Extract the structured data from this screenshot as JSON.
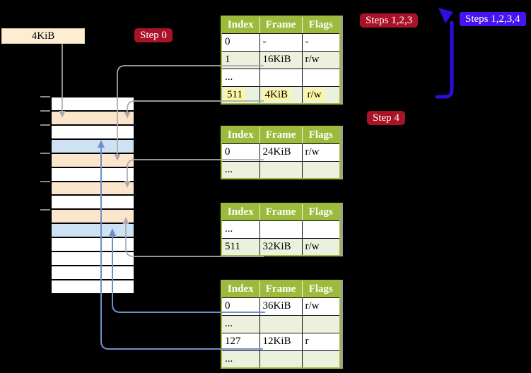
{
  "labels": {
    "frame_4kib": "4KiB",
    "step0": "Step 0",
    "steps123": "Steps 1,2,3",
    "steps1234": "Steps 1,2,3,4",
    "step4": "Step 4"
  },
  "colors": {
    "background": "#000000",
    "white": "#ffffff",
    "peach": "#fce5cd",
    "blue": "#cfe2f3",
    "table_header_green": "#9cbb3c",
    "table_row_green": "#ebf1dc",
    "highlight_yellow": "#fdf7a4",
    "badge_red": "#aa1228",
    "badge_blue": "#4714ef",
    "thick_arrow_blue": "#2f0ce0",
    "thin_arrow_blue": "#6f8fc7",
    "grey_arrow": "#ababab",
    "frame_label_cream": "#fdeed3"
  },
  "memory": {
    "rows": [
      "white",
      "peach",
      "white",
      "blue",
      "peach",
      "white",
      "peach",
      "white",
      "peach",
      "blue",
      "white",
      "white",
      "white",
      "white"
    ]
  },
  "tables": [
    {
      "headers": [
        "Index",
        "Frame",
        "Flags"
      ],
      "rows": [
        {
          "cells": [
            "0",
            "-",
            "-"
          ]
        },
        {
          "cells": [
            "1",
            "16KiB",
            "r/w"
          ]
        },
        {
          "cells": [
            "...",
            "",
            ""
          ]
        },
        {
          "cells": [
            "511",
            "4KiB",
            "r/w"
          ],
          "highlight": true
        }
      ]
    },
    {
      "headers": [
        "Index",
        "Frame",
        "Flags"
      ],
      "rows": [
        {
          "cells": [
            "0",
            "24KiB",
            "r/w"
          ]
        },
        {
          "cells": [
            "...",
            "",
            ""
          ]
        }
      ]
    },
    {
      "headers": [
        "Index",
        "Frame",
        "Flags"
      ],
      "rows": [
        {
          "cells": [
            "...",
            "",
            ""
          ]
        },
        {
          "cells": [
            "511",
            "32KiB",
            "r/w"
          ]
        }
      ]
    },
    {
      "headers": [
        "Index",
        "Frame",
        "Flags"
      ],
      "rows": [
        {
          "cells": [
            "0",
            "36KiB",
            "r/w"
          ]
        },
        {
          "cells": [
            "...",
            "",
            ""
          ]
        },
        {
          "cells": [
            "127",
            "12KiB",
            "r"
          ]
        },
        {
          "cells": [
            "...",
            "",
            ""
          ]
        }
      ]
    }
  ]
}
